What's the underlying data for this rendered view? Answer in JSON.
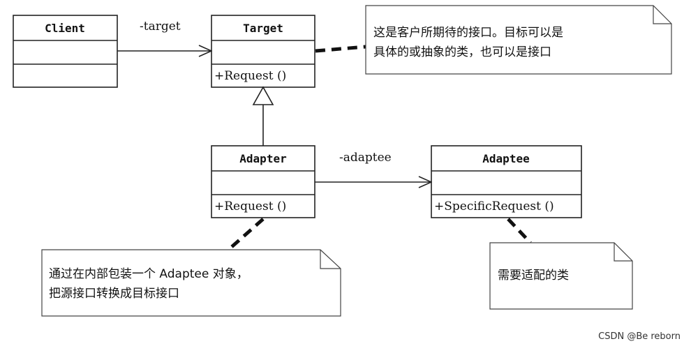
{
  "classes": {
    "client": {
      "name": "Client"
    },
    "target": {
      "name": "Target",
      "operation": "+Request ()"
    },
    "adapter": {
      "name": "Adapter",
      "operation": "+Request ()"
    },
    "adaptee": {
      "name": "Adaptee",
      "operation": "+SpecificRequest ()"
    }
  },
  "associations": {
    "client_target": "-target",
    "adapter_adaptee": "-adaptee"
  },
  "notes": {
    "target_note": {
      "line1": "这是客户所期待的接口。目标可以是",
      "line2": "具体的或抽象的类，也可以是接口"
    },
    "adapter_note": {
      "line1": "通过在内部包装一个 Adaptee 对象，",
      "line2": "把源接口转换成目标接口"
    },
    "adaptee_note": {
      "line1": "需要适配的类"
    }
  },
  "watermark": "CSDN @Be  reborn",
  "colors": {
    "line": "#222222",
    "box_fill": "#ffffff",
    "note_fill": "#ffffff"
  }
}
